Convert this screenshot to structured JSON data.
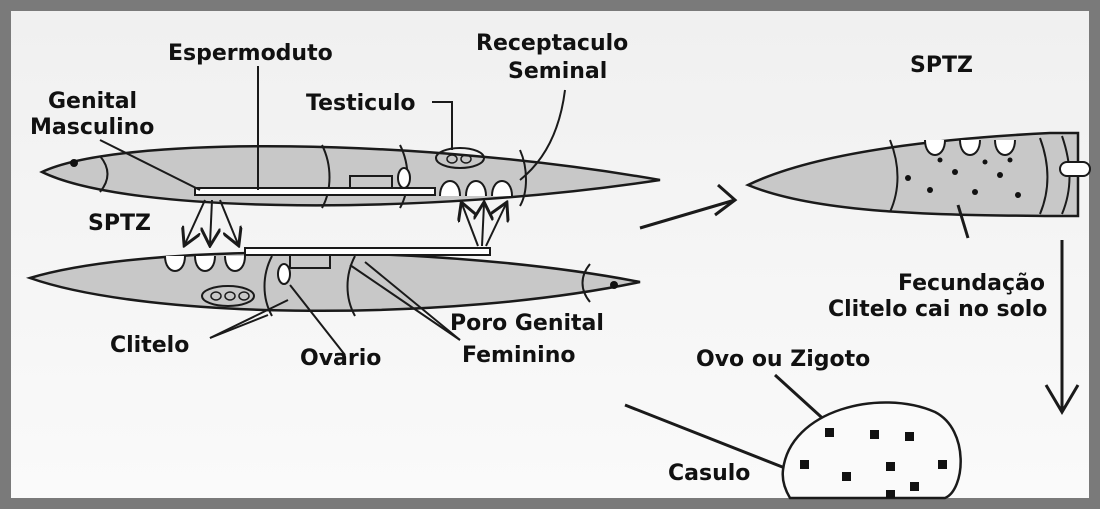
{
  "labels": {
    "espermoduto": "Espermoduto",
    "receptaculo_1": "Receptaculo",
    "receptaculo_2": "Seminal",
    "genital_1": "Genital",
    "genital_2": "Masculino",
    "testiculo": "Testiculo",
    "sptz_left": "SPTZ",
    "sptz_right": "SPTZ",
    "clitelo": "Clitelo",
    "ovario": "Ovario",
    "poro_1": "Poro Genital",
    "poro_2": "Feminino",
    "fecundacao_1": "Fecundação",
    "fecundacao_2": "Clitelo cai no solo",
    "ovo": "Ovo ou Zigoto",
    "casulo": "Casulo"
  },
  "colors": {
    "body_fill": "#c8c8c8",
    "line": "#1a1a1a",
    "frame": "#7a7a7a"
  }
}
